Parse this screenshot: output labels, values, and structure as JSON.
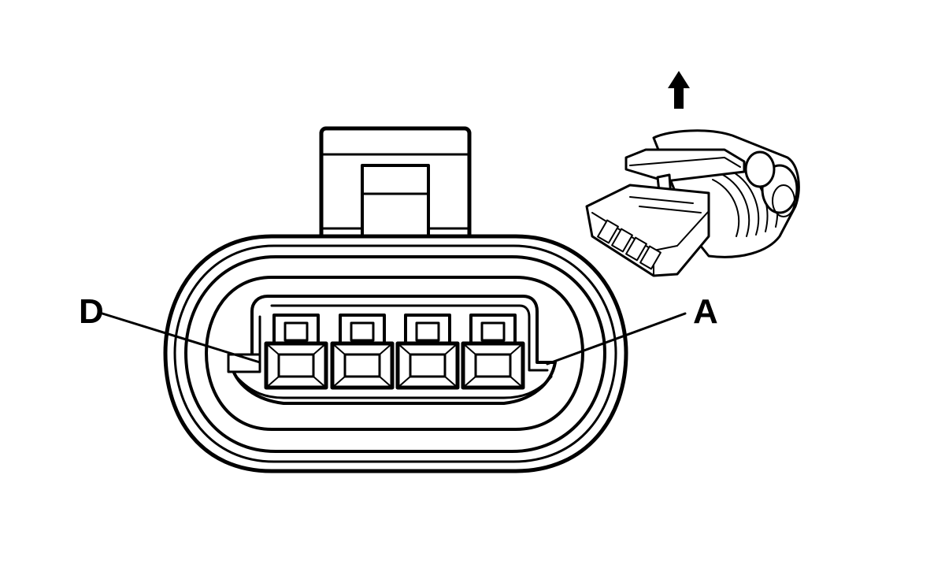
{
  "labels": {
    "pin_left": "D",
    "pin_right": "A"
  },
  "colors": {
    "line": "#000000",
    "background": "#ffffff"
  },
  "icons": {
    "direction": "arrow-up-icon"
  },
  "connector": {
    "cavity_count": 4
  }
}
